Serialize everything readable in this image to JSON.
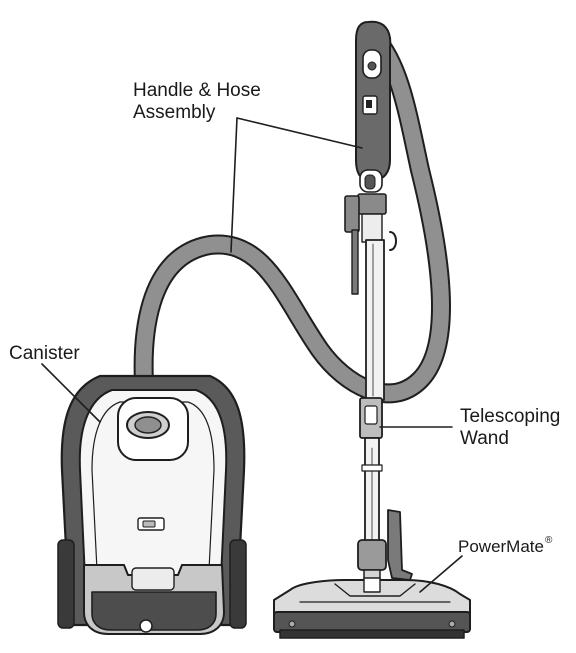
{
  "labels": {
    "handle_hose": {
      "line1": "Handle & Hose",
      "line2": "Assembly"
    },
    "canister": "Canister",
    "telescoping_wand": {
      "line1": "Telescoping",
      "line2": "Wand"
    },
    "powermate": {
      "text": "PowerMate",
      "mark": "®"
    }
  },
  "colors": {
    "outline": "#1e1e1e",
    "hose_fill": "#8f8f8f",
    "dark_fill": "#555555",
    "light_fill": "#dcdcdc",
    "canister_fill": "#f6f6f6"
  }
}
